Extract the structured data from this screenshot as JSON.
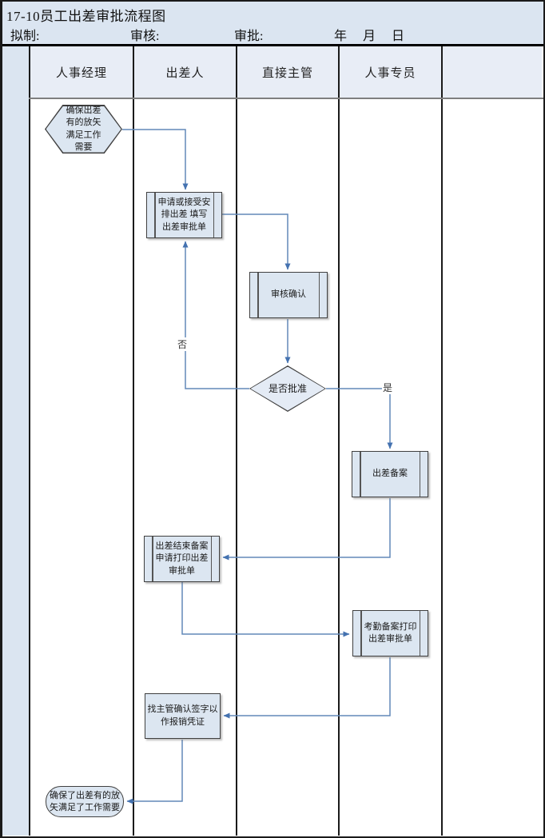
{
  "header": {
    "title": "17-10员工出差审批流程图",
    "fields": {
      "drafted": "拟制:",
      "reviewed": "审核:",
      "approved": "审批:",
      "date": "年 月 日"
    }
  },
  "lanes": [
    {
      "label": "人事经理"
    },
    {
      "label": "出差人"
    },
    {
      "label": "直接主管"
    },
    {
      "label": "人事专员"
    },
    {
      "label": ""
    }
  ],
  "nodes": {
    "start": {
      "shape": "hexagon",
      "text": "确保出差有的放矢满足工作需要"
    },
    "apply": {
      "shape": "predefined-process",
      "text": "申请或接受安排出差 填写出差审批单"
    },
    "review": {
      "shape": "predefined-process",
      "text": "审核确认"
    },
    "decision": {
      "shape": "decision",
      "text": "是否批准"
    },
    "trip_filing": {
      "shape": "predefined-process",
      "text": "出差备案"
    },
    "end_filing": {
      "shape": "predefined-process",
      "text": "出差结束备案申请打印出差审批单"
    },
    "attendance": {
      "shape": "predefined-process",
      "text": "考勤备案打印出差审批单"
    },
    "sign": {
      "shape": "process",
      "text": "找主管确认签字以作报销凭证"
    },
    "end": {
      "shape": "terminator",
      "text": "确保了出差有的放矢满足了工作需要"
    }
  },
  "edge_labels": {
    "no": "否",
    "yes": "是"
  },
  "colors": {
    "header_bg": "#dbe5f1",
    "lane_header_bg": "#e8edf6",
    "shape_fill": "#dce6f1",
    "shape_border": "#404040",
    "arrow": "#6288b8",
    "grid_line": "#1a1a1a"
  }
}
